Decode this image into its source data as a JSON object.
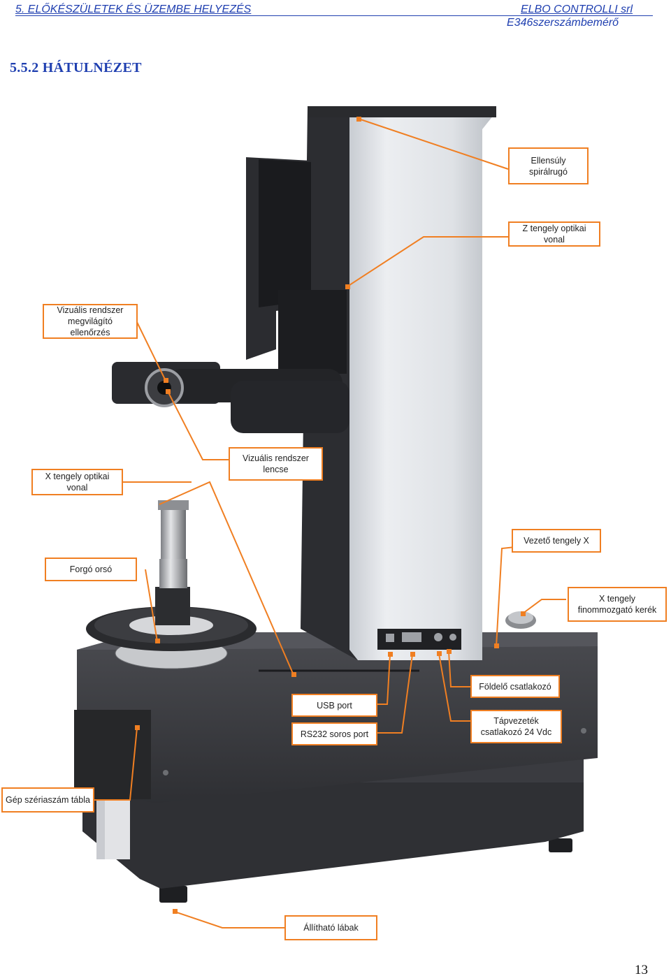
{
  "header": {
    "left": "5. ELŐKÉSZÜLETEK ÉS ÜZEMBE HELYEZÉS",
    "right_company": "ELBO CONTROLLI srl",
    "right_product": "E346szerszámbemérő"
  },
  "section_title": "5.5.2 HÁTULNÉZET",
  "labels": {
    "ellensuly": "Ellensúly spirálrugó",
    "z_optikai": "Z tengely optikai vonal",
    "vizualis_megvilagito": "Vizuális rendszer megvilágító ellenőrzés",
    "x_optikai": "X tengely optikai vonal",
    "vizualis_lencse": "Vizuális rendszer lencse",
    "vezeto_x": "Vezető tengely X",
    "forgo_orso": "Forgó orsó",
    "x_finom": "X tengely finommozgató kerék",
    "foldelo": "Földelő csatlakozó",
    "usb": "USB port",
    "rs232": "RS232 soros port",
    "tapvezetek": "Tápvezeték csatlakozó 24 Vdc",
    "gep_szeria": "Gép szériaszám tábla",
    "allithato": "Állítható lábak"
  },
  "page_number": "13",
  "colors": {
    "header_blue": "#1f3fb0",
    "callout_orange": "#f07f22",
    "machine_dark": "#3a3b40",
    "column_silver": "#dde0e4"
  }
}
